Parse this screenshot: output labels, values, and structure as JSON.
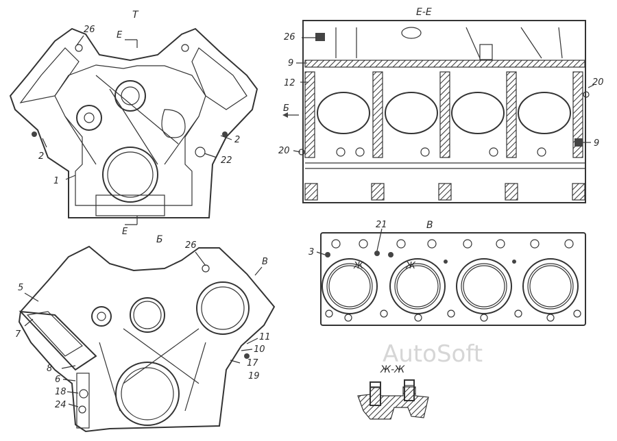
{
  "views": {
    "front": {
      "title": "Т",
      "section_top": "Е",
      "section_bottom": "Е"
    },
    "section": {
      "title": "Е-Е",
      "arrow_label": "Б"
    },
    "rear": {
      "title": "Б",
      "arrow_label": "В"
    },
    "gasket": {
      "title": "В",
      "mark_left": "Ж",
      "mark_right": "Ж"
    },
    "detail": {
      "title": "Ж-Ж"
    }
  },
  "callouts": {
    "front": [
      "26",
      "2",
      "2",
      "22",
      "1"
    ],
    "section": [
      "26",
      "9",
      "12",
      "20",
      "20",
      "9"
    ],
    "gasket": [
      "21",
      "3"
    ],
    "rear": [
      "26",
      "5",
      "7",
      "11",
      "10",
      "8",
      "17",
      "6",
      "19",
      "18",
      "24"
    ]
  },
  "watermark": "AutoSoft"
}
